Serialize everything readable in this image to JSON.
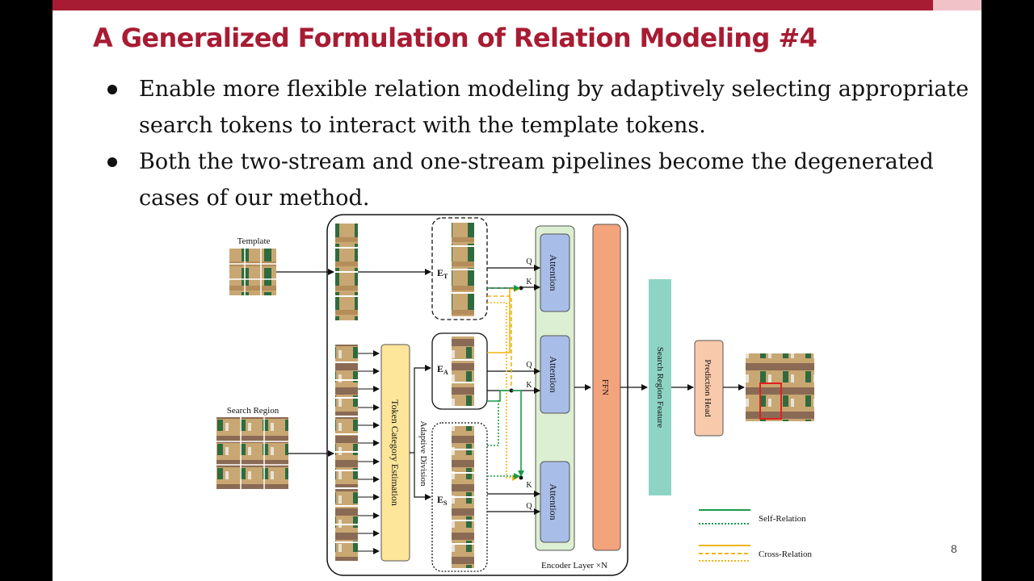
{
  "slide": {
    "title": "A Generalized Formulation of Relation Modeling #4",
    "bullets": [
      "Enable more flexible relation modeling by adaptively selecting appropriate search tokens to interact with the template tokens.",
      "Both the two-stream and one-stream pipelines become the degenerated cases of our method."
    ],
    "page_number": "8"
  },
  "diagram": {
    "template_label": "Template",
    "search_label": "Search Region",
    "token_category": "Token Category Estimation",
    "adaptive_division": "Adaptive Division",
    "e_t": "E",
    "e_t_sub": "T",
    "e_a": "E",
    "e_a_sub": "A",
    "e_s": "E",
    "e_s_sub": "S",
    "attention": "Attention",
    "q": "Q",
    "k": "K",
    "ffn": "FFN",
    "search_feature": "Search Region Feature",
    "prediction_head": "Prediction Head",
    "encoder_layer": "Encoder Layer ×N",
    "legend_self": "Self-Relation",
    "legend_cross": "Cross-Relation"
  },
  "colors": {
    "accent": "#a81c33",
    "attention_fill": "#a9bde9",
    "encoder_fill": "#dcefd2",
    "ffn_fill": "#f4a47d",
    "token_fill": "#fde59a",
    "feature_fill": "#8ed4c4",
    "head_fill": "#f8c9ab",
    "self_relation": "#1a9a4b",
    "cross_relation": "#f2b416"
  }
}
